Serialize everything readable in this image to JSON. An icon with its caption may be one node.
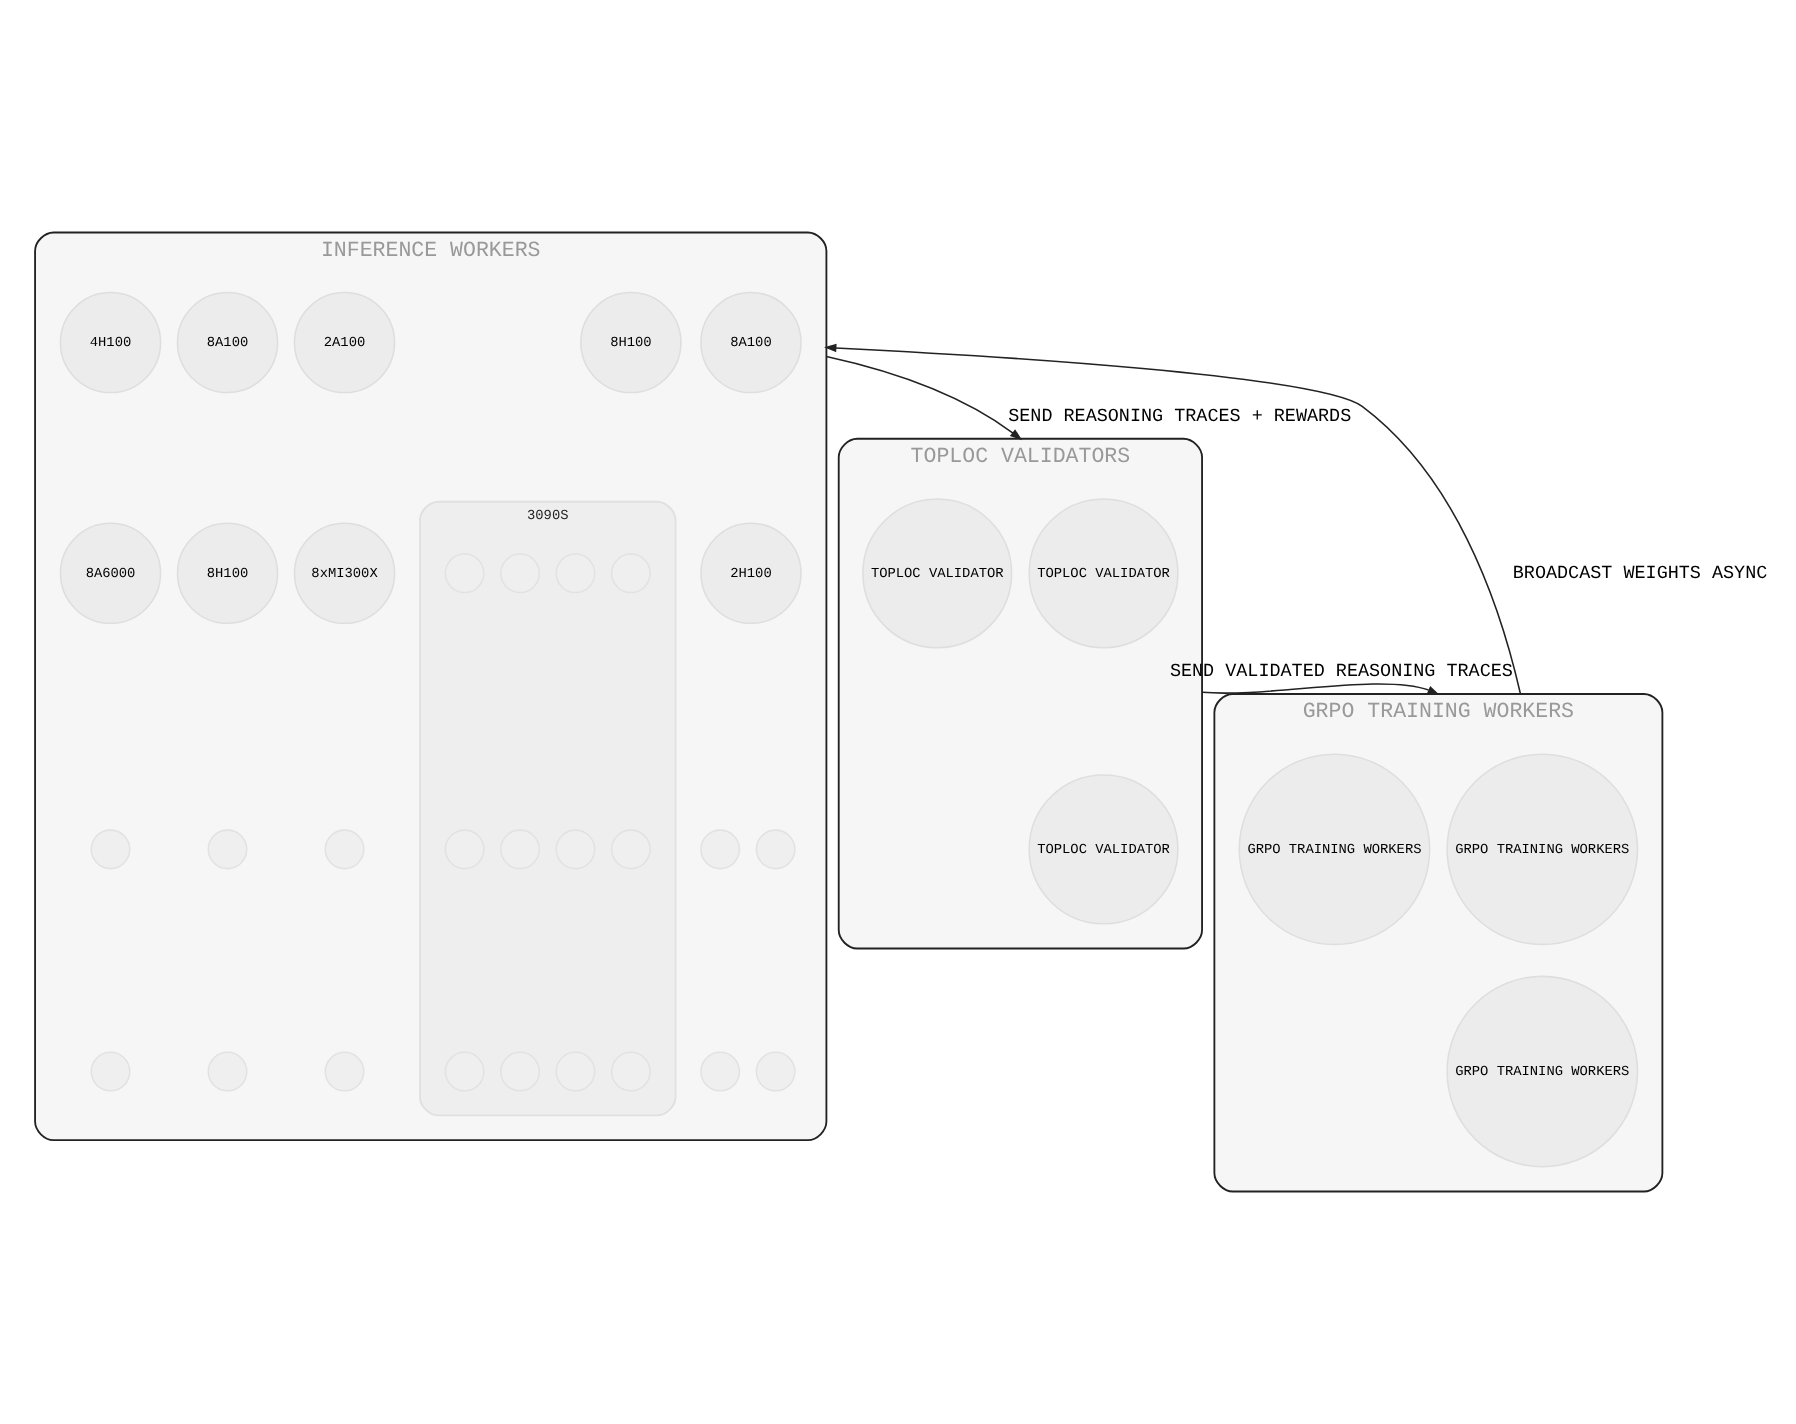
{
  "diagram": {
    "nodes": [
      {
        "text": [
          "INFERENCE WORKERS"
        ]
      },
      {
        "text": [
          "8A100"
        ],
        "in": 0
      },
      {
        "text": [
          "8H100"
        ],
        "in": 0
      },
      {
        "text": [
          "2A100"
        ],
        "in": 0
      },
      {
        "text": [
          "8A100"
        ],
        "in": 0
      },
      {
        "text": [
          "4H100"
        ],
        "in": 0
      },
      {
        "text": [
          "2H100"
        ],
        "in": 0
      },
      {
        "text": [
          "3090S"
        ],
        "in": 0
      },
      {
        "text": [
          "8xMI300X"
        ],
        "in": 0
      },
      {
        "text": [
          "8H100"
        ],
        "in": 0
      },
      {
        "text": [
          "8A6000"
        ],
        "in": 0
      },
      {
        "text": [],
        "shape": "circle",
        "in": 0
      },
      {
        "text": [],
        "shape": "circle",
        "in": 0
      },
      {
        "text": [],
        "shape": "circle",
        "in": 0
      },
      {
        "text": [],
        "shape": "circle",
        "in": 0
      },
      {
        "text": [],
        "shape": "circle",
        "in": 0
      },
      {
        "text": [],
        "shape": "circle",
        "in": 0
      },
      {
        "text": [],
        "shape": "circle",
        "in": 0
      },
      {
        "text": [],
        "shape": "circle",
        "in": 0
      },
      {
        "text": [],
        "shape": "circle",
        "in": 0
      },
      {
        "text": [],
        "shape": "circle",
        "in": 0
      },
      {
        "text": [],
        "shape": "circle",
        "in": 7
      },
      {
        "text": [],
        "shape": "circle",
        "in": 7
      },
      {
        "text": [],
        "shape": "circle",
        "in": 7
      },
      {
        "text": [],
        "shape": "circle",
        "in": 7
      },
      {
        "text": [],
        "shape": "circle",
        "in": 7
      },
      {
        "text": [],
        "shape": "circle",
        "in": 7
      },
      {
        "text": [],
        "shape": "circle",
        "in": 7
      },
      {
        "text": [],
        "shape": "circle",
        "in": 7
      },
      {
        "text": [],
        "shape": "circle",
        "in": 7
      },
      {
        "text": [],
        "shape": "circle",
        "in": 7
      },
      {
        "text": [],
        "shape": "circle",
        "in": 7
      },
      {
        "text": [],
        "shape": "circle",
        "in": 7
      },
      {
        "text": [
          "GRPO TRAINING WORKERS"
        ]
      },
      {
        "text": [
          "GRPO TRAINING WORKERS"
        ],
        "in": 33
      },
      {
        "text": [
          "GRPO TRAINING WORKERS"
        ],
        "in": 33
      },
      {
        "text": [
          "GRPO TRAINING WORKERS"
        ],
        "in": 33
      },
      {
        "text": [
          "TOPLOC VALIDATORS"
        ]
      },
      {
        "text": [
          "TOPLOC VALIDATOR"
        ],
        "in": 37
      },
      {
        "text": [
          "TOPLOC VALIDATOR"
        ],
        "in": 37
      },
      {
        "text": [
          "TOPLOC VALIDATOR"
        ],
        "in": 37
      }
    ],
    "edges": [
      {
        "from": 33,
        "to": 0,
        "arrow": "to",
        "label": "BROADCAST WEIGHTS ASYNC"
      },
      {
        "from": 0,
        "to": 37,
        "arrow": "to",
        "label": "SEND REASONING TRACES + REWARDS"
      },
      {
        "from": 37,
        "to": 33,
        "arrow": "to",
        "label": "SEND VALIDATED REASONING TRACES"
      }
    ]
  }
}
